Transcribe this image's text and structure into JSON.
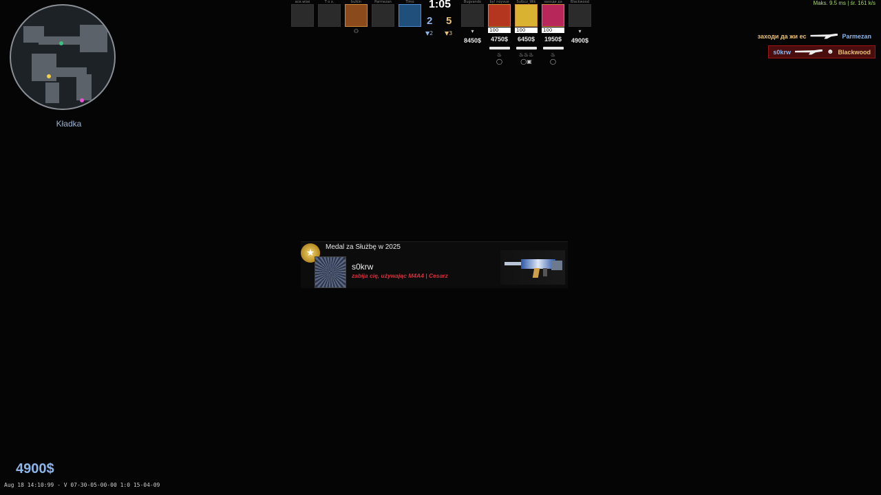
{
  "radar": {
    "location": "Kładka"
  },
  "top": {
    "timer": "1:05",
    "score_ct": "2",
    "score_t": "5",
    "alive_ct": "▼2",
    "alive_t": "▼3",
    "ct_team": [
      {
        "name": "ace.wise",
        "state": "dead"
      },
      {
        "name": "T o x.",
        "state": "dead"
      },
      {
        "name": "bulkin",
        "state": "alive_t"
      },
      {
        "name": "Parmezan",
        "state": "dead"
      },
      {
        "name": "Timo",
        "state": "alive_ct"
      }
    ],
    "t_team": [
      {
        "name": "Bugvando",
        "state": "dead",
        "money": "8450$"
      },
      {
        "name": "by! noyvue",
        "state": "alive",
        "hp": "100",
        "money": "4750$"
      },
      {
        "name": "Sulbcz_Wik",
        "state": "alive",
        "hp": "100",
        "money": "6450$"
      },
      {
        "name": "заходи да",
        "state": "alive",
        "hp": "100",
        "money": "1950$"
      },
      {
        "name": "Blackwood",
        "state": "dead",
        "money": "4900$"
      }
    ]
  },
  "netstats": "Maks.   9.5 ms  |  śr.  161 k/s",
  "killfeed": [
    {
      "attacker": "заходи да жи ес",
      "victim": "Parmezan",
      "own": false
    },
    {
      "attacker": "s0krw",
      "victim": "Blackwood",
      "own": true
    }
  ],
  "death_notice": {
    "medal": "Medal za Służbę w 2025",
    "killer": "s0krw",
    "message": "zabija cię, używając M4A4 | Cesarz"
  },
  "player": {
    "cash": "4900$"
  },
  "demo_info": "Aug 18 14:10:99 - V 07-30-05-00-00 1:0 15-04-09",
  "colors": {
    "ct": "#8cb6ea",
    "t": "#e8c178",
    "kill_highlight": "#a01414"
  }
}
